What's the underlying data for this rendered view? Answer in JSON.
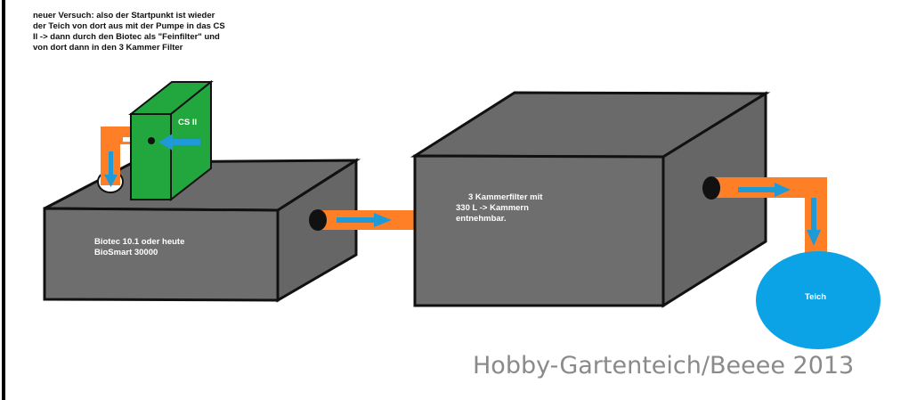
{
  "intro": {
    "lines": [
      "neuer Versuch: also der Startpunkt ist wieder",
      "der Teich von dort aus mit der Pumpe in das CS",
      "II -> dann durch den Biotec als \"Feinfilter\" und",
      "von dort dann in den 3 Kammer Filter"
    ]
  },
  "cs2": {
    "label": "CS II"
  },
  "biotec": {
    "lines": [
      "Biotec 10.1 oder heute",
      "BioSmart 30000"
    ]
  },
  "kammerfilter": {
    "lines": [
      "3  Kammerfilter mit",
      "330 L  -> Kammern",
      "entnehmbar."
    ]
  },
  "teich": {
    "label": "Teich"
  },
  "watermark": {
    "text": "Hobby-Gartenteich/Beeee 2013"
  },
  "colors": {
    "box": "#6e6e6e",
    "box_outline": "#111111",
    "cs2": "#22a63e",
    "pipe": "#ff7f27",
    "arrow": "#1f9ad6",
    "pond": "#0ba2e6"
  }
}
